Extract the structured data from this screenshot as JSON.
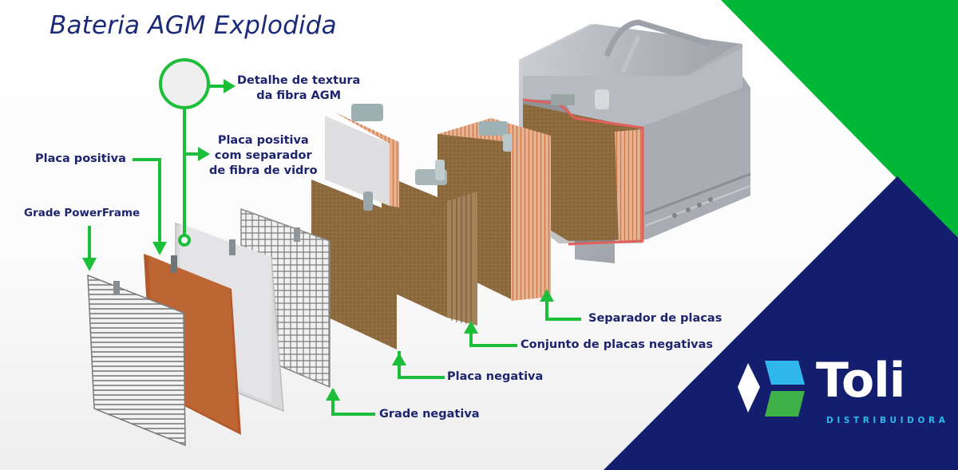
{
  "title": "Bateria AGM Explodida",
  "colors": {
    "navy": "#141e6e",
    "green": "#00b835",
    "label_text": "#1d2470",
    "callout_green": "#1dbf3a",
    "logo_blue": "#2fb6ea",
    "logo_green": "#3eb249"
  },
  "labels": {
    "fiber_texture": {
      "line1": "Detalhe de textura",
      "line2": "da fibra AGM"
    },
    "positive_plate_separator": {
      "line1": "Placa positiva",
      "line2": "com separador",
      "line3": "de fibra de vidro"
    },
    "positive_plate": "Placa positiva",
    "powerframe_grid": "Grade PowerFrame",
    "plate_separator": "Separador de placas",
    "negative_plate_set": "Conjunto de placas negativas",
    "negative_plate": "Placa negativa",
    "negative_grid": "Grade negativa"
  },
  "logo": {
    "name": "Toli",
    "subtitle": "DISTRIBUIDORA",
    "icon": "cube-icon"
  }
}
